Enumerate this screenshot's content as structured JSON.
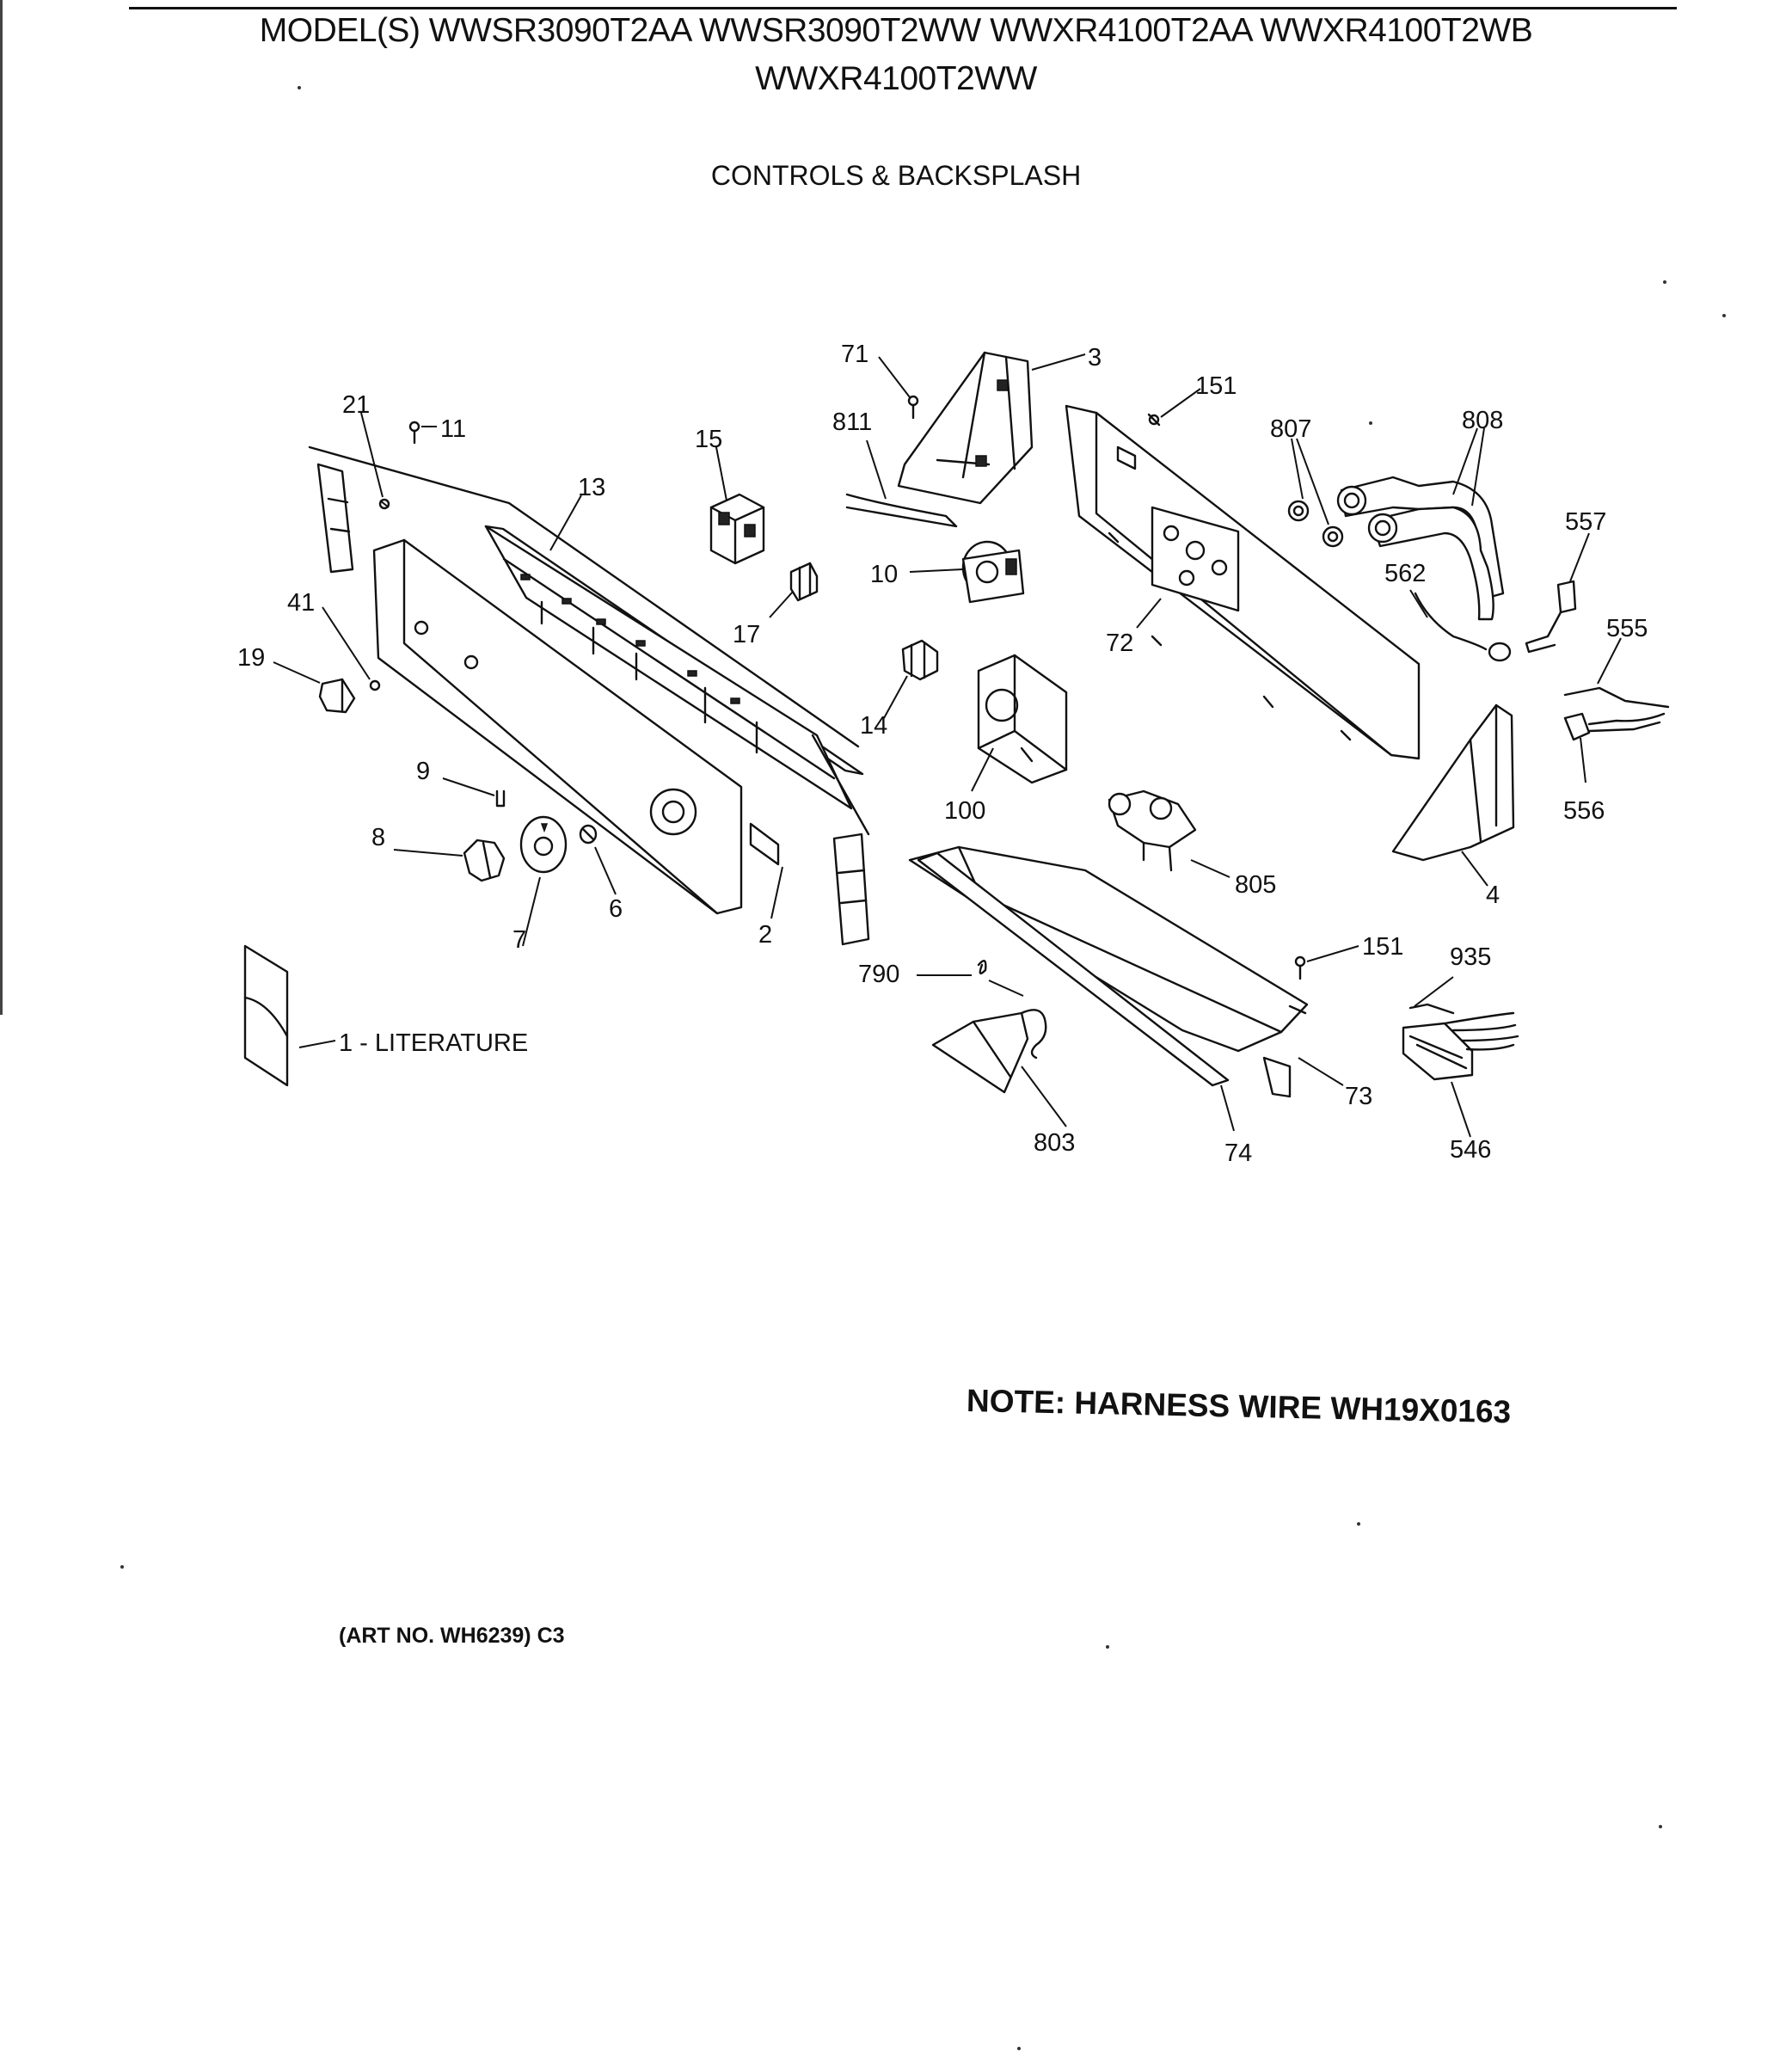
{
  "header": {
    "models_line1": "MODEL(S) WWSR3090T2AA  WWSR3090T2WW  WWXR4100T2AA  WWXR4100T2WB",
    "models_line2": "WWXR4100T2WW",
    "section_title": "CONTROLS & BACKSPLASH"
  },
  "callouts": {
    "c71": "71",
    "c3": "3",
    "c151a": "151",
    "c807": "807",
    "c808": "808",
    "c21": "21",
    "c11": "11",
    "c15": "15",
    "c811": "811",
    "c13": "13",
    "c557": "557",
    "c562": "562",
    "c10": "10",
    "c41": "41",
    "c17": "17",
    "c72": "72",
    "c555": "555",
    "c19": "19",
    "c14": "14",
    "c9": "9",
    "c100": "100",
    "c556": "556",
    "c8": "8",
    "c805": "805",
    "c4": "4",
    "c6": "6",
    "c2": "2",
    "c7": "7",
    "c151b": "151",
    "c935": "935",
    "c790": "790",
    "c73": "73",
    "c803": "803",
    "c74": "74",
    "c546": "546",
    "literature": "1 - LITERATURE"
  },
  "note": "NOTE: HARNESS WIRE WH19X0163",
  "art_number": "(ART NO. WH6239) C3"
}
